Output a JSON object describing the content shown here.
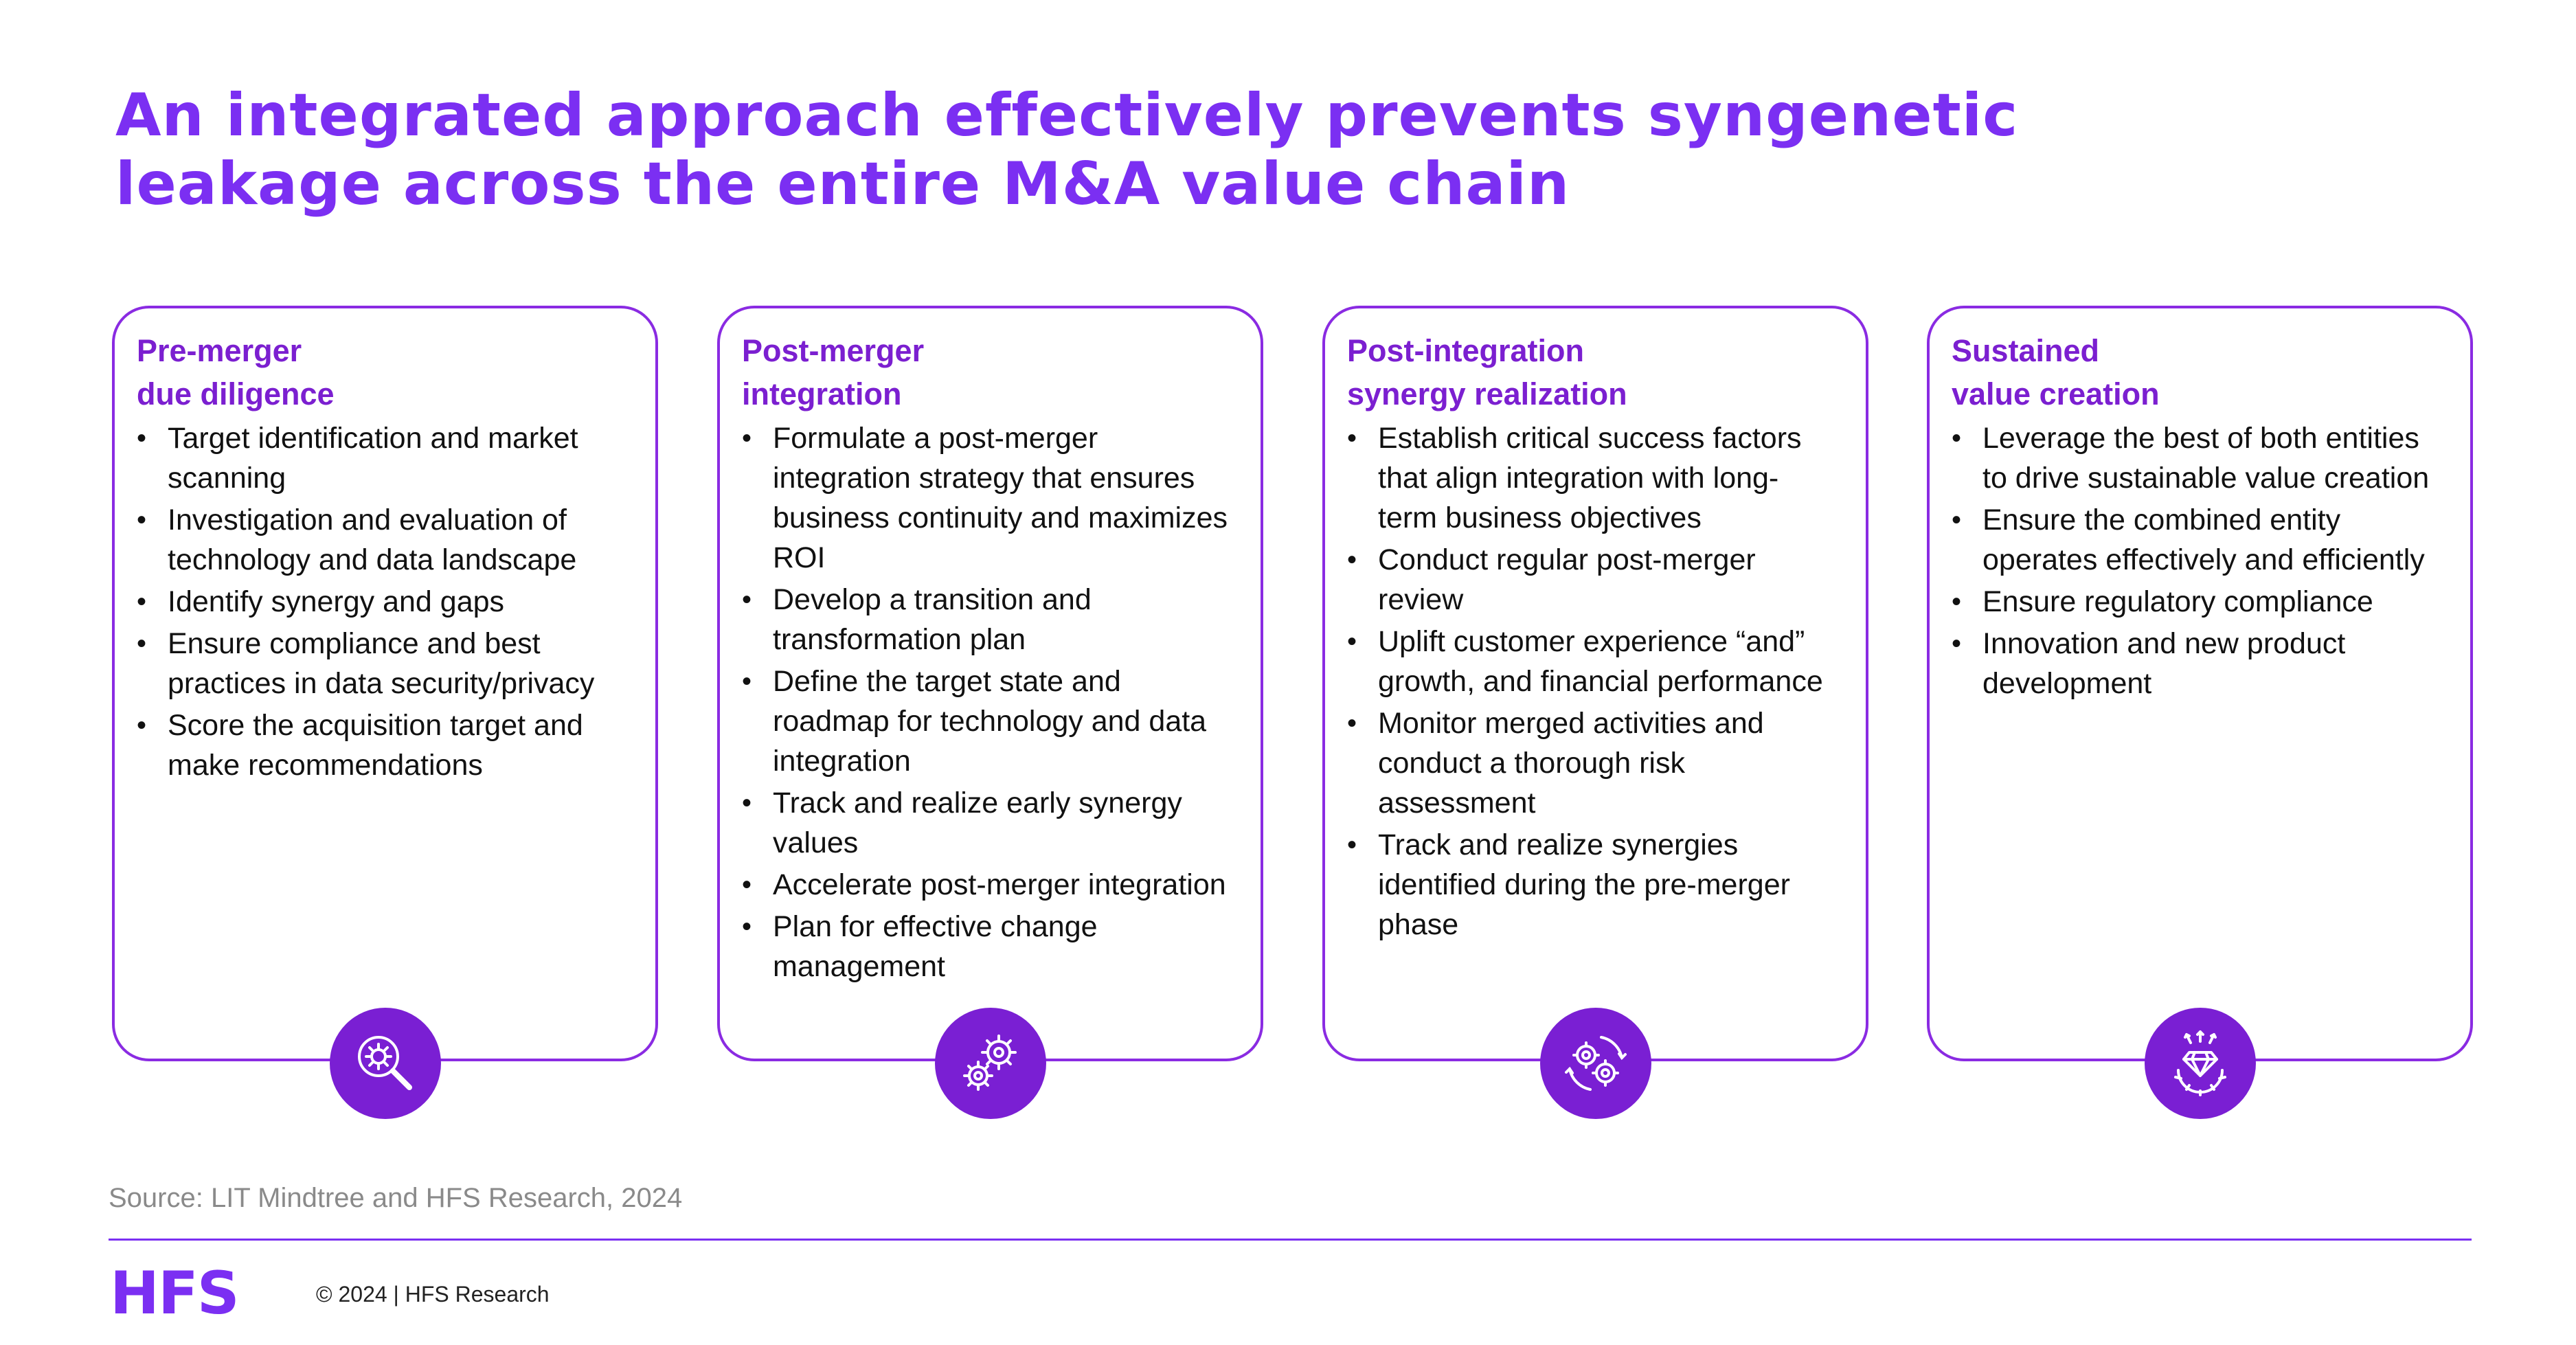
{
  "title": {
    "line1": "An integrated approach effectively prevents syngenetic",
    "line2": "leakage across the entire M&A value chain"
  },
  "cards": [
    {
      "heading_line1": "Pre-merger",
      "heading_line2": "due diligence",
      "icon": "magnifier-gear-icon",
      "bullets": [
        [
          "Target identification and market",
          "scanning"
        ],
        [
          "Investigation and evaluation of",
          "technology and data landscape"
        ],
        [
          "Identify synergy and gaps"
        ],
        [
          "Ensure compliance and best",
          "practices in data security/privacy"
        ],
        [
          "Score the acquisition target and",
          "make recommendations"
        ]
      ]
    },
    {
      "heading_line1": "Post-merger",
      "heading_line2": "integration",
      "icon": "gears-icon",
      "bullets": [
        [
          "Formulate a post-merger",
          "integration strategy that ensures",
          "business continuity and maximizes",
          "ROI"
        ],
        [
          "Develop a transition and",
          "transformation plan"
        ],
        [
          "Define the target state and",
          "roadmap for technology and data",
          "integration"
        ],
        [
          "Track and realize early synergy",
          "values"
        ],
        [
          "Accelerate post-merger integration"
        ],
        [
          "Plan for effective change",
          "management"
        ]
      ]
    },
    {
      "heading_line1": "Post-integration",
      "heading_line2": "synergy realization",
      "icon": "gears-cycle-icon",
      "bullets": [
        [
          "Establish critical success factors",
          "that align integration with long-",
          "term business objectives"
        ],
        [
          "Conduct regular post-merger",
          "review"
        ],
        [
          "Uplift customer experience “and”",
          "growth, and financial performance"
        ],
        [
          "Monitor merged activities and",
          "conduct a thorough risk",
          "assessment"
        ],
        [
          "Track and realize synergies",
          "identified during the pre-merger",
          "phase"
        ]
      ]
    },
    {
      "heading_line1": "Sustained",
      "heading_line2": "value creation",
      "icon": "diamond-gear-icon",
      "bullets": [
        [
          "Leverage the best of both entities",
          "to drive sustainable value creation"
        ],
        [
          "Ensure the combined entity",
          "operates effectively and efficiently"
        ],
        [
          "Ensure regulatory compliance"
        ],
        [
          "Innovation and new product",
          "development"
        ]
      ]
    }
  ],
  "bullet_char": "•",
  "source": "Source: LIT Mindtree and HFS Research, 2024",
  "footer": {
    "logo": "HFS",
    "copyright": "© 2024 | HFS Research"
  },
  "colors": {
    "accent": "#7b2ff2",
    "card_border": "#8a2be2",
    "icon_bg": "#7a1fd3"
  }
}
